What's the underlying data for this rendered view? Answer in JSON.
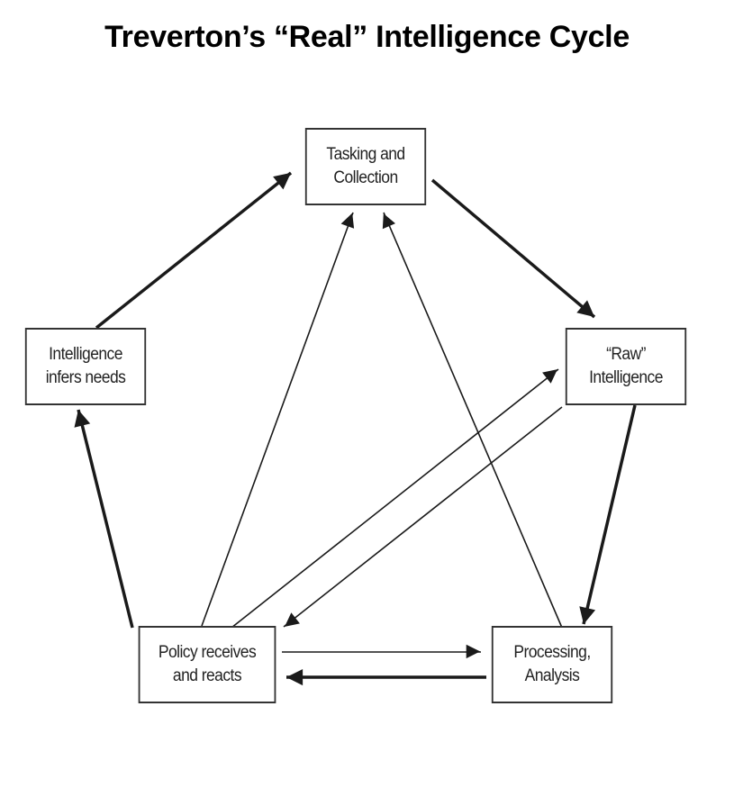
{
  "title": "Treverton’s “Real” Intelligence Cycle",
  "nodes": {
    "tasking": "Tasking and\nCollection",
    "raw": "“Raw”\nIntelligence",
    "processing": "Processing,\nAnalysis",
    "policy": "Policy receives\nand reacts",
    "infers": "Intelligence\ninfers needs"
  },
  "colors": {
    "line": "#1a1a1a",
    "box_border": "#333333",
    "title": "#000000"
  }
}
